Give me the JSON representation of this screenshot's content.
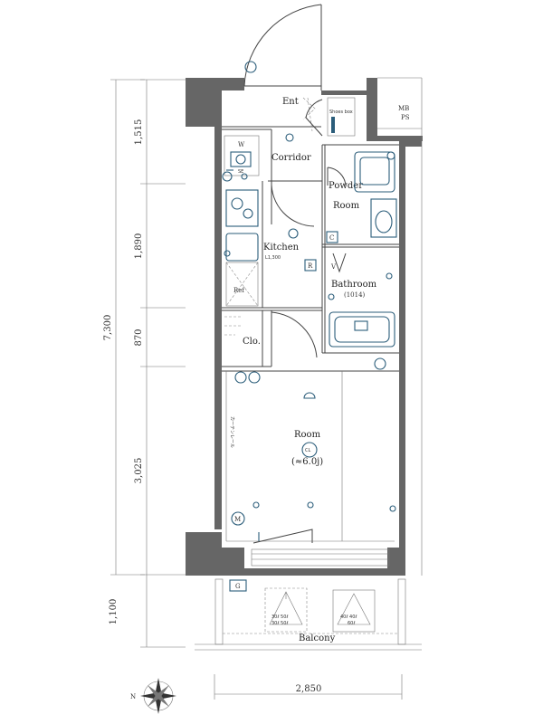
{
  "dimensions": {
    "total_height": "7,300",
    "segments": [
      "1,515",
      "1,890",
      "870",
      "3,025"
    ],
    "balcony_depth": "1,100",
    "width": "2,850"
  },
  "rooms": {
    "entrance": "Ent",
    "shoes_box": "Shoes box",
    "mb_ps_1": "MB",
    "mb_ps_2": "PS",
    "corridor": "Corridor",
    "powder_1": "Powder",
    "powder_2": "Room",
    "kitchen": "Kitchen",
    "kitchen_sub": "L1,300",
    "bathroom": "Bathroom",
    "bathroom_sub": "(1014)",
    "ref": "Ref",
    "closet": "Clo.",
    "room": "Room",
    "room_sub": "(≈6.0j)",
    "balcony": "Balcony",
    "washer": "W",
    "washer_tag": "SE"
  },
  "symbols": {
    "c_label": "C",
    "r_label": "R",
    "v_label": "V",
    "m_label": "M",
    "g_label": "G",
    "cl_label": "CL",
    "curtain": "カーテンレール",
    "outdoor_1a": "30ℓ 50ℓ",
    "outdoor_1b": "30ℓ 50ℓ",
    "outdoor_2a": "40ℓ 40ℓ",
    "outdoor_2b": "60ℓ",
    "compass_n": "N"
  }
}
